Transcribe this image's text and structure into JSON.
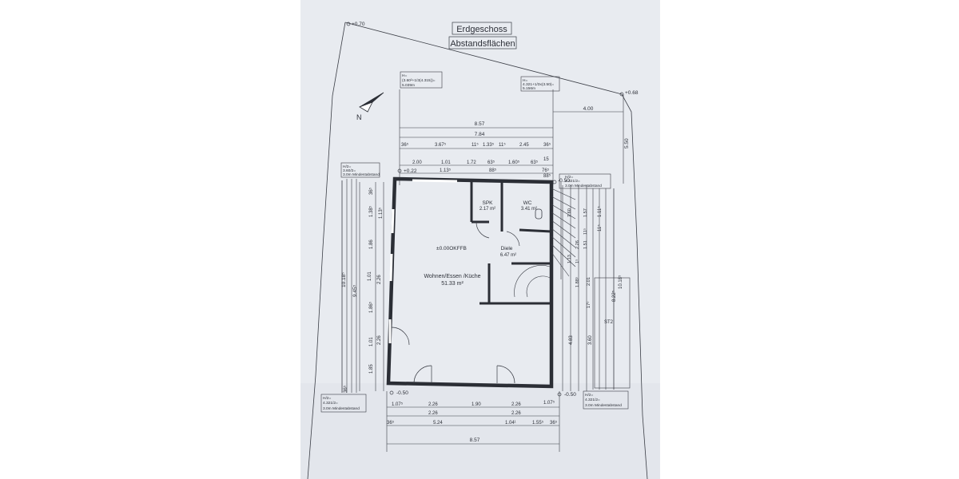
{
  "title": {
    "line1": "Erdgeschoss",
    "line2": "Abstandsflächen"
  },
  "colors": {
    "paper": "#e8ebf0",
    "ink": "#2d3038",
    "background": "#ffffff"
  },
  "north": "N",
  "levels": {
    "top_left": "+0.70",
    "top_right": "+0.68",
    "left_upper": "+0.22",
    "right_upper": "-0.50",
    "bottom_left": "-0.50",
    "bottom_right": "-0.50",
    "floor": "±0.00OKFFB"
  },
  "setback_notes": {
    "top_left": [
      "H=",
      "(3.60²+1/3(4.315))=",
      "5.039m"
    ],
    "top_right": [
      "H=",
      "4.321+1/3x(3.50)=",
      "5.156m"
    ],
    "left_upper": [
      "H/2=",
      "3.60/2=",
      "3.0m Mindestabstand"
    ],
    "right_upper": [
      "H/2=",
      "4.321/2=",
      "3.0m Mindestabstand"
    ],
    "left_lower": [
      "H/2=",
      "4.321/2=",
      "3.0m Mindestabstand"
    ],
    "right_lower": [
      "H/2=",
      "4.321/2=",
      "3.0m Mindestabstand"
    ]
  },
  "rooms": {
    "living": {
      "name": "Wohnen/Essen /Küche",
      "area": "51.33 m²"
    },
    "spk": {
      "name": "SPK",
      "area": "2.17 m²"
    },
    "wc": {
      "name": "WC",
      "area": "3.41 m²"
    },
    "diele": {
      "name": "Diele",
      "area": "6.47 m²"
    }
  },
  "marks": {
    "st2": "ST2"
  },
  "dimensions": {
    "top_chain1": "8.57",
    "top_chain2": "7.84",
    "top_chain3": [
      "36⁵",
      "3.67⁵",
      "11⁵",
      "1.33⁵",
      "11⁵",
      "2.45",
      "36⁵"
    ],
    "top_chain4": [
      "2.00",
      "1.01",
      "1.72",
      "63⁵",
      "1.60⁵",
      "63⁵",
      "15"
    ],
    "top_chain5": [
      "1.13⁵",
      "88⁵",
      "76⁵",
      "88⁵"
    ],
    "top_right": [
      "4.00",
      "5.50"
    ],
    "left_outer": [
      "36⁵",
      "1.38⁵",
      "1.86",
      "1.01",
      "1.86⁵",
      "1.01",
      "1.85",
      "36⁵"
    ],
    "left_inner": [
      "1.13⁵",
      "2.26",
      "2.26"
    ],
    "left_total": [
      "9.45⁵",
      "10.18⁵"
    ],
    "right_inner": [
      "7.60",
      "1.57",
      "11⁵",
      "1.51",
      "2.26",
      "1.13",
      "1⁵",
      "1.88⁵",
      "2.01",
      "17⁵"
    ],
    "right_outer": [
      "1.11⁵",
      "11⁵",
      "4.83",
      "3.60",
      "8.22⁵",
      "10.18⁵"
    ],
    "bottom_chain1": [
      "1.07⁵",
      "2.26",
      "1.90",
      "2.26",
      "1.07⁵"
    ],
    "bottom_chain2": [
      "2.26",
      "2.26"
    ],
    "bottom_chain3": [
      "36⁵",
      "5.24",
      "1.04¹",
      "1.55⁵",
      "36⁵"
    ],
    "bottom_total": "8.57"
  }
}
